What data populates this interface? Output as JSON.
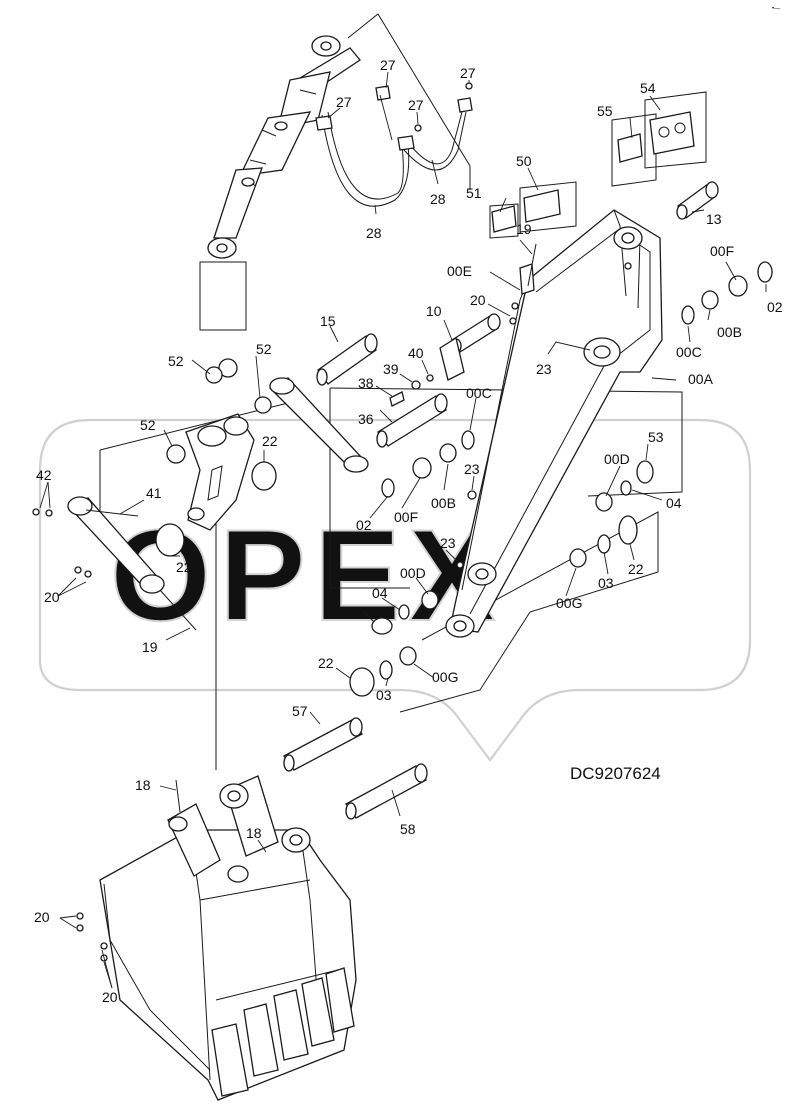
{
  "watermark": "OPEX",
  "drawing_code": "DC9207624",
  "corner_mark": "•—",
  "callouts": [
    {
      "id": "c27a",
      "text": "27"
    },
    {
      "id": "c27b",
      "text": "27"
    },
    {
      "id": "c27c",
      "text": "27"
    },
    {
      "id": "c27d",
      "text": "27"
    },
    {
      "id": "c28a",
      "text": "28"
    },
    {
      "id": "c28b",
      "text": "28"
    },
    {
      "id": "c50",
      "text": "50"
    },
    {
      "id": "c51",
      "text": "51"
    },
    {
      "id": "c54",
      "text": "54"
    },
    {
      "id": "c55",
      "text": "55"
    },
    {
      "id": "c13",
      "text": "13"
    },
    {
      "id": "c19a",
      "text": "19"
    },
    {
      "id": "c00E",
      "text": "00E"
    },
    {
      "id": "c00F_a",
      "text": "00F"
    },
    {
      "id": "c02a",
      "text": "02"
    },
    {
      "id": "c00B_a",
      "text": "00B"
    },
    {
      "id": "c00C_a",
      "text": "00C"
    },
    {
      "id": "c00A",
      "text": "00A"
    },
    {
      "id": "c20a",
      "text": "20"
    },
    {
      "id": "c10",
      "text": "10"
    },
    {
      "id": "c15",
      "text": "15"
    },
    {
      "id": "c40",
      "text": "40"
    },
    {
      "id": "c39",
      "text": "39"
    },
    {
      "id": "c38",
      "text": "38"
    },
    {
      "id": "c23a",
      "text": "23"
    },
    {
      "id": "c52a",
      "text": "52"
    },
    {
      "id": "c52b",
      "text": "52"
    },
    {
      "id": "c52c",
      "text": "52"
    },
    {
      "id": "c36",
      "text": "36"
    },
    {
      "id": "c00C_b",
      "text": "00C"
    },
    {
      "id": "c22a",
      "text": "22"
    },
    {
      "id": "c42",
      "text": "42"
    },
    {
      "id": "c41",
      "text": "41"
    },
    {
      "id": "c53a",
      "text": "53"
    },
    {
      "id": "c00D_a",
      "text": "00D"
    },
    {
      "id": "c04a",
      "text": "04"
    },
    {
      "id": "c23b",
      "text": "23"
    },
    {
      "id": "c02b",
      "text": "02"
    },
    {
      "id": "c00F_b",
      "text": "00F"
    },
    {
      "id": "c00B_b",
      "text": "00B"
    },
    {
      "id": "c22b",
      "text": "22"
    },
    {
      "id": "c20b",
      "text": "20"
    },
    {
      "id": "c23c",
      "text": "23"
    },
    {
      "id": "c00D_b",
      "text": "00D"
    },
    {
      "id": "c04b",
      "text": "04"
    },
    {
      "id": "c03a",
      "text": "03"
    },
    {
      "id": "c22c",
      "text": "22"
    },
    {
      "id": "c00G_a",
      "text": "00G"
    },
    {
      "id": "c19b",
      "text": "19"
    },
    {
      "id": "c53b",
      "text": "53"
    },
    {
      "id": "c22d",
      "text": "22"
    },
    {
      "id": "c03b",
      "text": "03"
    },
    {
      "id": "c00G_b",
      "text": "00G"
    },
    {
      "id": "c57",
      "text": "57"
    },
    {
      "id": "c18a",
      "text": "18"
    },
    {
      "id": "c58",
      "text": "58"
    },
    {
      "id": "c18b",
      "text": "18"
    },
    {
      "id": "c20c",
      "text": "20"
    },
    {
      "id": "c20d",
      "text": "20"
    }
  ]
}
